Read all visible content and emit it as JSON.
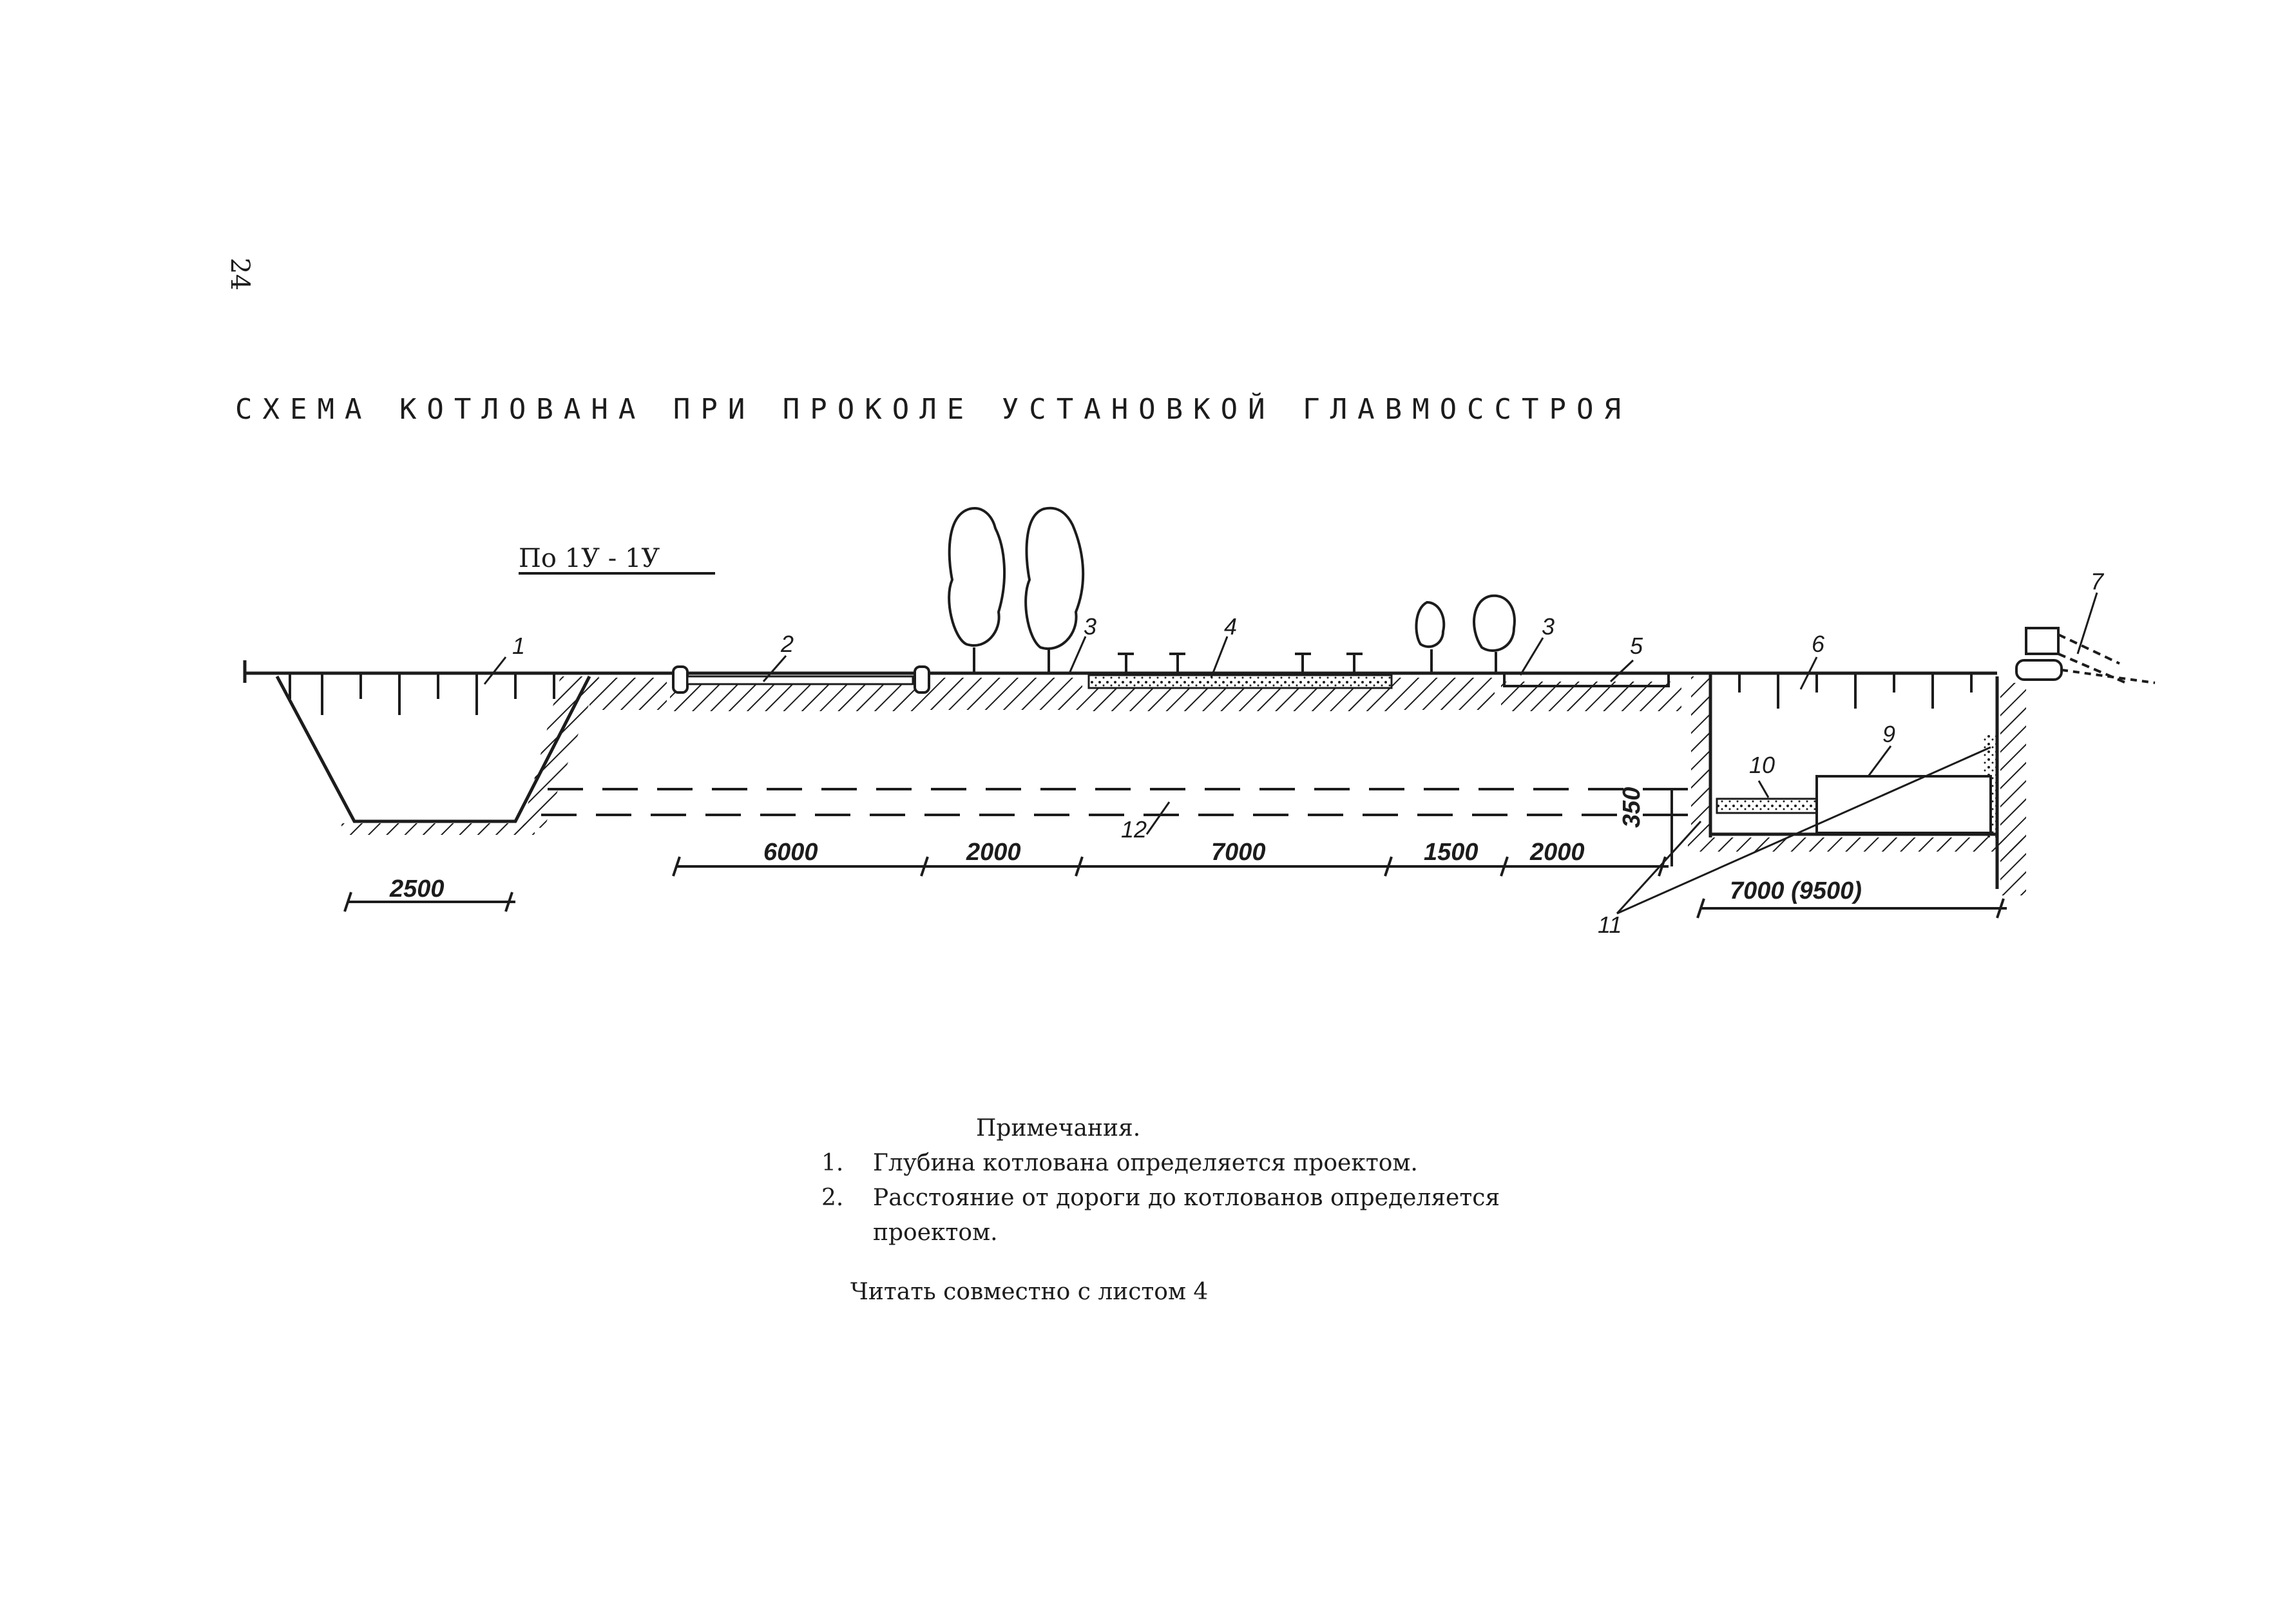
{
  "page_number": "24",
  "title": "СХЕМА КОТЛОВАНА ПРИ ПРОКОЛЕ УСТАНОВКОЙ ГЛАВМОССТРОЯ",
  "section_label": "По 1У - 1У",
  "callouts": [
    "1",
    "2",
    "3",
    "4",
    "3",
    "5",
    "6",
    "7",
    "9",
    "10",
    "11",
    "12"
  ],
  "dimensions": {
    "pit_width": "2500",
    "segments": [
      "6000",
      "2000",
      "7000",
      "1500",
      "2000"
    ],
    "casing_height": "350",
    "work_pit": "7000 (9500)"
  },
  "notes": {
    "heading": "Примечания.",
    "items": [
      {
        "num": "1.",
        "text": "Глубина котлована определяется проектом."
      },
      {
        "num": "2.",
        "text": "Расстояние от дороги до котлованов определяется проектом."
      }
    ]
  },
  "footer": "Читать совместно с листом 4",
  "colors": {
    "ink": "#1c1c1c",
    "paper": "#ffffff"
  }
}
